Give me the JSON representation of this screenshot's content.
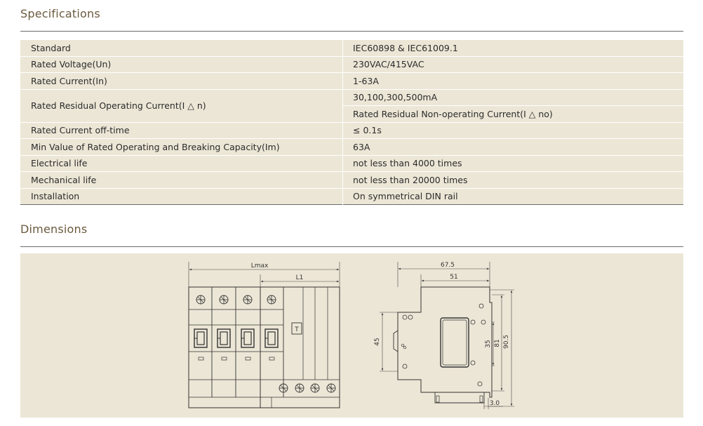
{
  "specifications": {
    "title": "Specifications",
    "rows": [
      {
        "label": "Standard",
        "value": "IEC60898 & IEC61009.1"
      },
      {
        "label": "Rated Voltage(Un)",
        "value": "230VAC/415VAC"
      },
      {
        "label": "Rated Current(In)",
        "value": "1-63A"
      },
      {
        "label": "Rated Residual Operating Current(I △ n)",
        "value": "30,100,300,500mA",
        "value2": "Rated Residual Non-operating Current(I △ no)"
      },
      {
        "label": "Rated Current off-time",
        "value": "≤ 0.1s"
      },
      {
        "label": "Min Value of Rated Operating and Breaking Capacity(Im)",
        "value": "63A"
      },
      {
        "label": "Electrical life",
        "value": "not less than 4000 times"
      },
      {
        "label": "Mechanical life",
        "value": "not less than 20000 times"
      },
      {
        "label": "Installation",
        "value": "On symmetrical DIN rail"
      }
    ]
  },
  "dimensions": {
    "title": "Dimensions",
    "front_view": {
      "lmax_label": "Lmax",
      "l1_label": "L1",
      "test_button_label": "T"
    },
    "side_view": {
      "width_overall": "67.5",
      "width_body": "51",
      "height_45": "45",
      "height_35": "35",
      "height_81": "81",
      "height_90_5": "90.5",
      "depth_3": "3.0"
    }
  }
}
